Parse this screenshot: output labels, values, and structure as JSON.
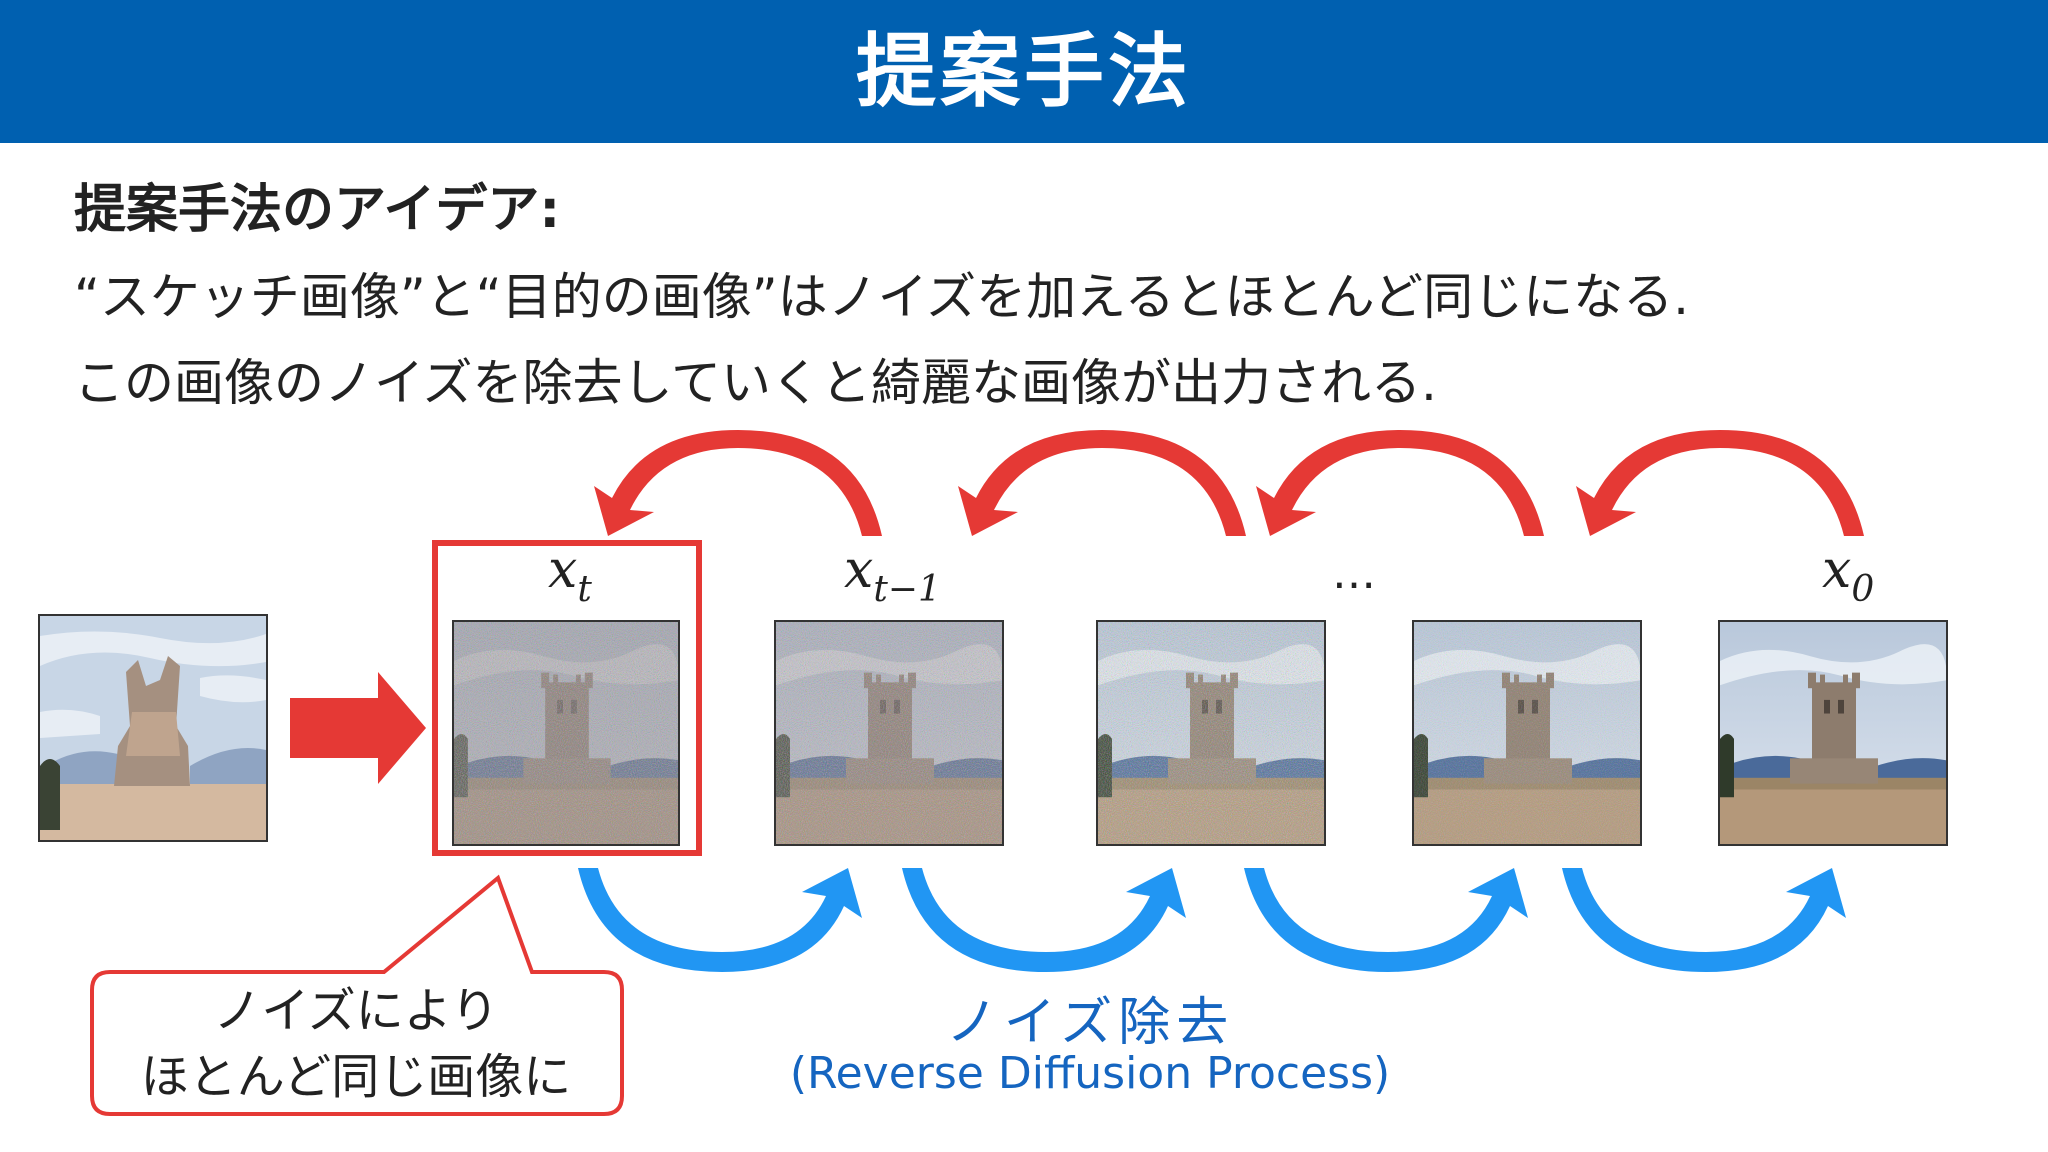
{
  "header": {
    "title": "提案手法"
  },
  "idea": {
    "heading": "提案手法のアイデア:",
    "line1": "“スケッチ画像”と“目的の画像”はノイズを加えるとほとんど同じになる.",
    "line2": "この画像のノイズを除去していくと綺麗な画像が出力される."
  },
  "labels": {
    "xt": {
      "base": "x",
      "sub": "t"
    },
    "xt1": {
      "base": "x",
      "sub": "t−1"
    },
    "ellipsis": "…",
    "x0": {
      "base": "x",
      "sub": "0"
    }
  },
  "callout": {
    "line1": "ノイズにより",
    "line2": "ほとんど同じ画像に"
  },
  "process": {
    "label": "ノイズ除去",
    "label_en": "(Reverse Diffusion Process)"
  },
  "colors": {
    "header": "#0060b0",
    "red_arrow": "#e53935",
    "blue_arrow": "#2196f3",
    "highlight": "#e53935",
    "process_text": "#1565c0"
  },
  "images": {
    "sketch": "sketch-image",
    "noisy_steps": [
      "noisy-image-xt",
      "noisy-image-xt-1",
      "noisy-image-step-3",
      "noisy-image-step-4"
    ],
    "output": "clean-image-x0",
    "noise_levels": [
      0.9,
      0.8,
      0.65,
      0.4,
      0.0
    ]
  }
}
